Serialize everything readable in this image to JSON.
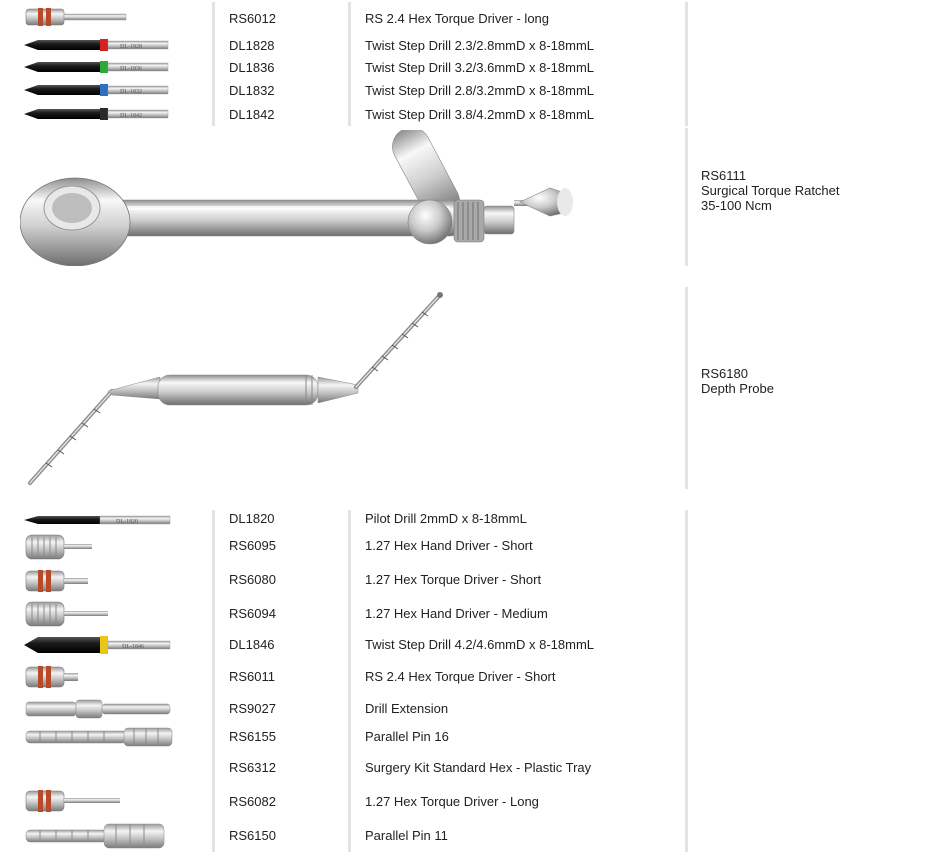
{
  "catalog": {
    "rows_top": [
      {
        "code": "RS6012",
        "desc": "RS 2.4 Hex Torque Driver - long",
        "icon": "hex-torque-driver-long-icon"
      },
      {
        "code": "DL1828",
        "desc": "Twist Step Drill 2.3/2.8mmD x 8-18mmL",
        "icon": "drill-red-band-icon",
        "band": "#d22222"
      },
      {
        "code": "DL1836",
        "desc": "Twist Step Drill 3.2/3.6mmD x 8-18mmL",
        "icon": "drill-green-band-icon",
        "band": "#2fa83a"
      },
      {
        "code": "DL1832",
        "desc": "Twist Step Drill 2.8/3.2mmD x 8-18mmL",
        "icon": "drill-blue-band-icon",
        "band": "#2f6fc0"
      },
      {
        "code": "DL1842",
        "desc": "Twist Step Drill 3.8/4.2mmD x 8-18mmL",
        "icon": "drill-black-band-icon",
        "band": "#2a2a2a"
      }
    ],
    "ratchet": {
      "code": "RS6111",
      "name": "Surgical Torque Ratchet",
      "spec": "35-100 Ncm"
    },
    "probe": {
      "code": "RS6180",
      "name": "Depth Probe"
    },
    "rows_bottom": [
      {
        "code": "DL1820",
        "desc": "Pilot Drill 2mmD x 8-18mmL",
        "icon": "pilot-drill-icon"
      },
      {
        "code": "RS6095",
        "desc": "1.27 Hex Hand Driver - Short",
        "icon": "hand-driver-short-icon"
      },
      {
        "code": "RS6080",
        "desc": "1.27 Hex Torque Driver - Short",
        "icon": "torque-driver-short-icon"
      },
      {
        "code": "RS6094",
        "desc": "1.27 Hex Hand Driver - Medium",
        "icon": "hand-driver-medium-icon"
      },
      {
        "code": "DL1846",
        "desc": "Twist Step Drill 4.2/4.6mmD x 8-18mmL",
        "icon": "drill-yellow-band-icon",
        "band": "#e8c61a"
      },
      {
        "code": "RS6011",
        "desc": "RS 2.4 Hex Torque Driver - Short",
        "icon": "hex-torque-driver-short-icon"
      },
      {
        "code": "RS9027",
        "desc": "Drill Extension",
        "icon": "drill-extension-icon"
      },
      {
        "code": "RS6155",
        "desc": "Parallel Pin 16",
        "icon": "parallel-pin-16-icon"
      },
      {
        "code": "RS6312",
        "desc": "Surgery Kit Standard Hex - Plastic Tray",
        "icon": ""
      },
      {
        "code": "RS6082",
        "desc": "1.27 Hex Torque Driver - Long",
        "icon": "torque-driver-long-icon"
      },
      {
        "code": "RS6150",
        "desc": "Parallel Pin 11",
        "icon": "parallel-pin-11-icon"
      }
    ],
    "drill_labels": {
      "dl1828": "DL-1828",
      "dl1836": "DL-1836",
      "dl1832": "DL-1832",
      "dl1842": "DL-1842",
      "dl1820": "DL-1820",
      "dl1846": "DL-1846"
    }
  }
}
